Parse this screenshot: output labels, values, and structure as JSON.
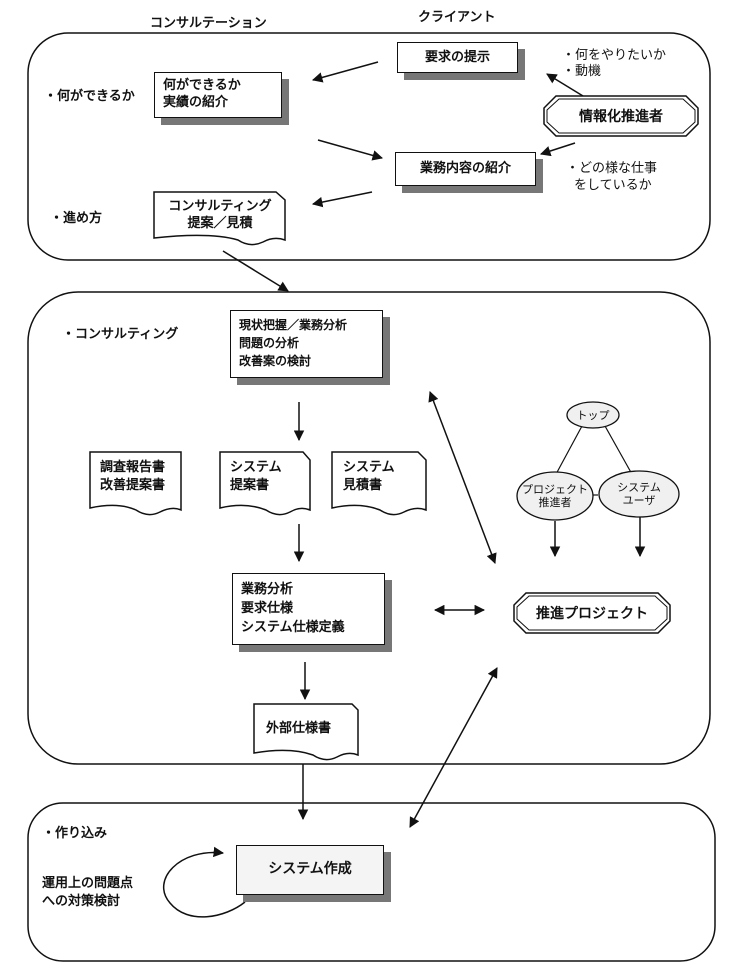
{
  "headers": {
    "consultation": "コンサルテーション",
    "client": "クライアント"
  },
  "section1": {
    "label_capability": "・何ができるか",
    "label_method": "・進め方",
    "box_capability": [
      "何ができるか",
      "実績の紹介"
    ],
    "box_request": "要求の提示",
    "box_business": "業務内容の紹介",
    "box_proposal": [
      "コンサルティング",
      "提案／見積"
    ],
    "note_request": [
      "・何をやりたいか",
      "・動機"
    ],
    "note_business": [
      "・どの様な仕事",
      "をしているか"
    ],
    "promoter": "情報化推進者"
  },
  "section2": {
    "label": "・コンサルティング",
    "box_analysis": [
      "現状把握／業務分析",
      "問題の分析",
      "改善案の検討"
    ],
    "doc_research": [
      "調査報告書",
      "改善提案書"
    ],
    "doc_system_proposal": [
      "システム",
      "提案書"
    ],
    "doc_system_estimate": [
      "システム",
      "見積書"
    ],
    "box_requirements": [
      "業務分析",
      "要求仕様",
      "システム仕様定義"
    ],
    "doc_external_spec": "外部仕様書",
    "project": "推進プロジェクト",
    "oval_top": "トップ",
    "oval_project_promoter": [
      "プロジェクト",
      "推進者"
    ],
    "oval_system_user": [
      "システム",
      "ユーザ"
    ]
  },
  "section3": {
    "label": "・作り込み",
    "box_build": "システム作成",
    "note_ops": [
      "運用上の問題点",
      "への対策検討"
    ]
  }
}
